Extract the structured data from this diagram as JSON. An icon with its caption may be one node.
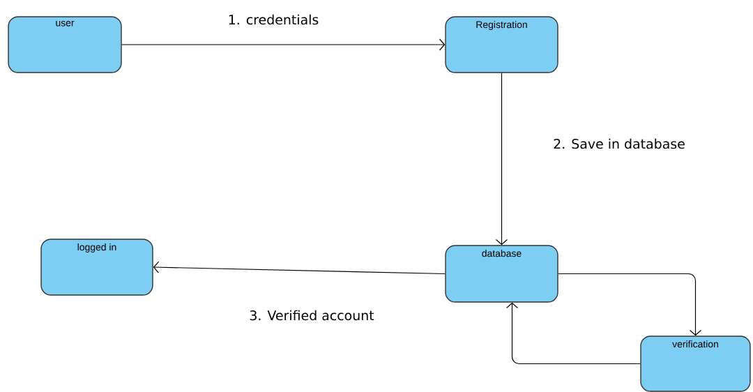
{
  "diagram": {
    "nodes": [
      {
        "text": [
          "user"
        ]
      },
      {
        "text": [
          "Registration"
        ]
      },
      {
        "text": [
          "logged in"
        ]
      },
      {
        "text": [
          "database"
        ]
      },
      {
        "text": [
          "verification"
        ]
      }
    ],
    "edges": [
      {
        "from": 0,
        "to": 1,
        "arrow": "to",
        "label": "1. credentials"
      },
      {
        "from": 1,
        "to": 3,
        "arrow": "to",
        "label": "2. Save in database"
      },
      {
        "from": 3,
        "to": 2,
        "arrow": "to",
        "label": "3. Verified account"
      },
      {
        "from": 3,
        "to": 4,
        "arrow": "to"
      },
      {
        "from": 4,
        "to": 3,
        "arrow": "to"
      }
    ]
  }
}
